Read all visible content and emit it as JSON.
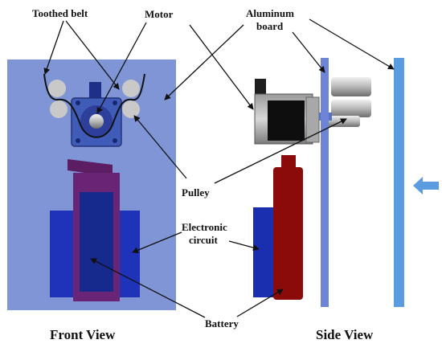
{
  "labels": {
    "toothed_belt": "Toothed belt",
    "motor": "Motor",
    "aluminum_line1": "Aluminum",
    "aluminum_line2": "board",
    "pulley": "Pulley",
    "electronic_line1": "Electronic",
    "electronic_line2": "circuit",
    "battery": "Battery"
  },
  "views": {
    "front": "Front View",
    "side": "Side View"
  },
  "colors": {
    "front_panel": "#7f95d6",
    "aluminum_strip": "#5b9be0",
    "motor_body": "#1a1a1a",
    "battery_dark_red": "#8b0a0a",
    "battery_purple": "#5a1a5e",
    "circuit_blue": "#1a2fb0",
    "arrow_blue": "#5b9be0",
    "pulley_grey": "#c8c8c8"
  },
  "icons": {
    "force_arrow": "left-arrow-icon"
  }
}
